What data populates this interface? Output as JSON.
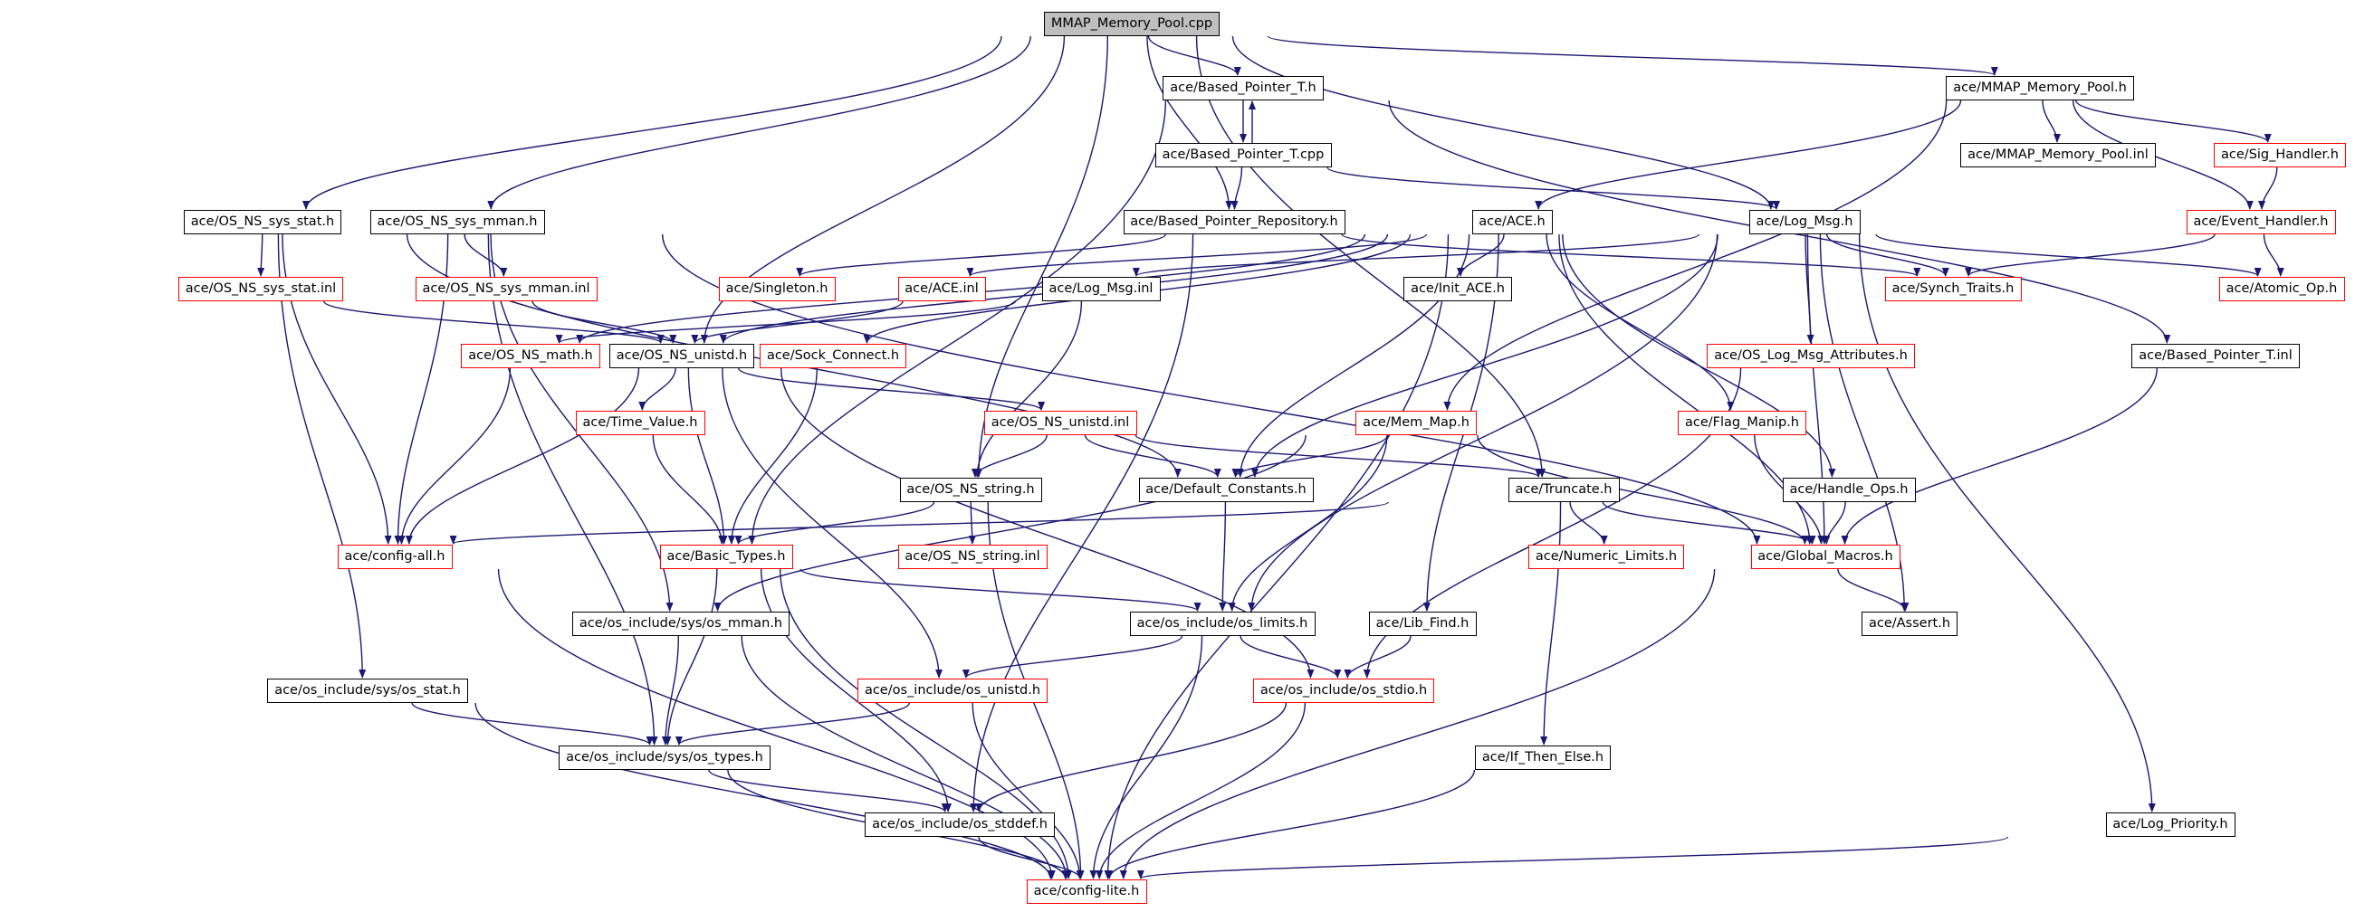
{
  "diagram": {
    "colors": {
      "edge": "#191970",
      "node_border": "#000000",
      "undocumented_border": "#ff0000",
      "root_fill": "#bfbfbf"
    },
    "nodes": [
      {
        "id": "mmap_cpp",
        "label": "MMAP_Memory_Pool.cpp",
        "style": "root"
      },
      {
        "id": "based_ptr_h",
        "label": "ace/Based_Pointer_T.h",
        "style": "normal"
      },
      {
        "id": "mmap_h",
        "label": "ace/MMAP_Memory_Pool.h",
        "style": "normal"
      },
      {
        "id": "based_ptr_cpp",
        "label": "ace/Based_Pointer_T.cpp",
        "style": "normal"
      },
      {
        "id": "mmap_inl",
        "label": "ace/MMAP_Memory_Pool.inl",
        "style": "normal"
      },
      {
        "id": "sig_handler",
        "label": "ace/Sig_Handler.h",
        "style": "red"
      },
      {
        "id": "os_sys_stat_h",
        "label": "ace/OS_NS_sys_stat.h",
        "style": "normal"
      },
      {
        "id": "os_sys_mman_h",
        "label": "ace/OS_NS_sys_mman.h",
        "style": "normal"
      },
      {
        "id": "based_repo",
        "label": "ace/Based_Pointer_Repository.h",
        "style": "normal"
      },
      {
        "id": "ace_h",
        "label": "ace/ACE.h",
        "style": "normal"
      },
      {
        "id": "log_msg_h",
        "label": "ace/Log_Msg.h",
        "style": "normal"
      },
      {
        "id": "event_handler",
        "label": "ace/Event_Handler.h",
        "style": "red"
      },
      {
        "id": "os_sys_stat_inl",
        "label": "ace/OS_NS_sys_stat.inl",
        "style": "red"
      },
      {
        "id": "os_sys_mman_inl",
        "label": "ace/OS_NS_sys_mman.inl",
        "style": "red"
      },
      {
        "id": "singleton",
        "label": "ace/Singleton.h",
        "style": "red"
      },
      {
        "id": "ace_inl",
        "label": "ace/ACE.inl",
        "style": "red"
      },
      {
        "id": "log_msg_inl",
        "label": "ace/Log_Msg.inl",
        "style": "normal"
      },
      {
        "id": "init_ace",
        "label": "ace/Init_ACE.h",
        "style": "normal"
      },
      {
        "id": "synch_traits",
        "label": "ace/Synch_Traits.h",
        "style": "red"
      },
      {
        "id": "atomic_op",
        "label": "ace/Atomic_Op.h",
        "style": "red"
      },
      {
        "id": "os_math",
        "label": "ace/OS_NS_math.h",
        "style": "red"
      },
      {
        "id": "os_unistd_h",
        "label": "ace/OS_NS_unistd.h",
        "style": "normal"
      },
      {
        "id": "sock_connect",
        "label": "ace/Sock_Connect.h",
        "style": "red"
      },
      {
        "id": "os_log_msg_attr",
        "label": "ace/OS_Log_Msg_Attributes.h",
        "style": "red"
      },
      {
        "id": "based_ptr_inl",
        "label": "ace/Based_Pointer_T.inl",
        "style": "normal"
      },
      {
        "id": "time_value",
        "label": "ace/Time_Value.h",
        "style": "red"
      },
      {
        "id": "os_unistd_inl",
        "label": "ace/OS_NS_unistd.inl",
        "style": "red"
      },
      {
        "id": "mem_map",
        "label": "ace/Mem_Map.h",
        "style": "red"
      },
      {
        "id": "flag_manip",
        "label": "ace/Flag_Manip.h",
        "style": "red"
      },
      {
        "id": "os_string_h",
        "label": "ace/OS_NS_string.h",
        "style": "normal"
      },
      {
        "id": "default_constants",
        "label": "ace/Default_Constants.h",
        "style": "normal"
      },
      {
        "id": "truncate",
        "label": "ace/Truncate.h",
        "style": "normal"
      },
      {
        "id": "handle_ops",
        "label": "ace/Handle_Ops.h",
        "style": "normal"
      },
      {
        "id": "config_all",
        "label": "ace/config-all.h",
        "style": "red"
      },
      {
        "id": "basic_types",
        "label": "ace/Basic_Types.h",
        "style": "red"
      },
      {
        "id": "os_string_inl",
        "label": "ace/OS_NS_string.inl",
        "style": "red"
      },
      {
        "id": "numeric_limits",
        "label": "ace/Numeric_Limits.h",
        "style": "red"
      },
      {
        "id": "global_macros",
        "label": "ace/Global_Macros.h",
        "style": "red"
      },
      {
        "id": "os_sys_mman_inc",
        "label": "ace/os_include/sys/os_mman.h",
        "style": "normal"
      },
      {
        "id": "os_limits",
        "label": "ace/os_include/os_limits.h",
        "style": "normal"
      },
      {
        "id": "lib_find",
        "label": "ace/Lib_Find.h",
        "style": "normal"
      },
      {
        "id": "assert_h",
        "label": "ace/Assert.h",
        "style": "normal"
      },
      {
        "id": "os_sys_stat_inc",
        "label": "ace/os_include/sys/os_stat.h",
        "style": "normal"
      },
      {
        "id": "os_unistd_inc",
        "label": "ace/os_include/os_unistd.h",
        "style": "red"
      },
      {
        "id": "os_stdio",
        "label": "ace/os_include/os_stdio.h",
        "style": "red"
      },
      {
        "id": "os_types",
        "label": "ace/os_include/sys/os_types.h",
        "style": "normal"
      },
      {
        "id": "if_then_else",
        "label": "ace/If_Then_Else.h",
        "style": "normal"
      },
      {
        "id": "os_stddef",
        "label": "ace/os_include/os_stddef.h",
        "style": "normal"
      },
      {
        "id": "log_priority",
        "label": "ace/Log_Priority.h",
        "style": "normal"
      },
      {
        "id": "config_lite",
        "label": "ace/config-lite.h",
        "style": "red"
      }
    ],
    "edges": [
      [
        "mmap_cpp",
        "based_ptr_h"
      ],
      [
        "mmap_cpp",
        "mmap_h"
      ],
      [
        "mmap_cpp",
        "os_sys_stat_h"
      ],
      [
        "mmap_cpp",
        "os_sys_mman_h"
      ],
      [
        "mmap_cpp",
        "based_repo"
      ],
      [
        "mmap_cpp",
        "log_msg_h"
      ],
      [
        "mmap_cpp",
        "os_unistd_h"
      ],
      [
        "mmap_cpp",
        "os_string_h"
      ],
      [
        "mmap_cpp",
        "truncate"
      ],
      [
        "based_ptr_h",
        "based_ptr_cpp"
      ],
      [
        "based_ptr_cpp",
        "based_ptr_h"
      ],
      [
        "based_ptr_h",
        "basic_types"
      ],
      [
        "based_ptr_h",
        "based_ptr_inl"
      ],
      [
        "based_ptr_cpp",
        "based_repo"
      ],
      [
        "based_ptr_cpp",
        "log_msg_h"
      ],
      [
        "mmap_h",
        "mmap_inl"
      ],
      [
        "mmap_h",
        "sig_handler"
      ],
      [
        "mmap_h",
        "event_handler"
      ],
      [
        "mmap_h",
        "ace_h"
      ],
      [
        "mmap_h",
        "mem_map"
      ],
      [
        "sig_handler",
        "event_handler"
      ],
      [
        "event_handler",
        "atomic_op"
      ],
      [
        "event_handler",
        "synch_traits"
      ],
      [
        "os_sys_stat_h",
        "os_sys_stat_inl"
      ],
      [
        "os_sys_stat_h",
        "os_sys_stat_inc"
      ],
      [
        "os_sys_stat_h",
        "config_all"
      ],
      [
        "os_sys_stat_h",
        "default_constants"
      ],
      [
        "os_sys_mman_h",
        "os_sys_mman_inl"
      ],
      [
        "os_sys_mman_h",
        "config_all"
      ],
      [
        "os_sys_mman_h",
        "os_sys_mman_inc"
      ],
      [
        "os_sys_mman_h",
        "os_types"
      ],
      [
        "os_sys_mman_h",
        "global_macros"
      ],
      [
        "os_sys_stat_inl",
        "os_unistd_h"
      ],
      [
        "os_sys_mman_inl",
        "os_unistd_h"
      ],
      [
        "based_repo",
        "singleton"
      ],
      [
        "based_repo",
        "synch_traits"
      ],
      [
        "based_repo",
        "os_stddef"
      ],
      [
        "ace_h",
        "ace_inl"
      ],
      [
        "ace_h",
        "init_ace"
      ],
      [
        "ace_h",
        "os_math"
      ],
      [
        "ace_h",
        "sock_connect"
      ],
      [
        "ace_h",
        "default_constants"
      ],
      [
        "ace_h",
        "flag_manip"
      ],
      [
        "ace_h",
        "handle_ops"
      ],
      [
        "ace_h",
        "lib_find"
      ],
      [
        "ace_h",
        "config_lite"
      ],
      [
        "ace_h",
        "os_unistd_h"
      ],
      [
        "ace_h",
        "global_macros"
      ],
      [
        "log_msg_h",
        "log_msg_inl"
      ],
      [
        "log_msg_h",
        "synch_traits"
      ],
      [
        "log_msg_h",
        "atomic_op"
      ],
      [
        "log_msg_h",
        "os_log_msg_attr"
      ],
      [
        "log_msg_h",
        "default_constants"
      ],
      [
        "log_msg_h",
        "global_macros"
      ],
      [
        "log_msg_h",
        "assert_h"
      ],
      [
        "log_msg_h",
        "log_priority"
      ],
      [
        "log_msg_h",
        "os_limits"
      ],
      [
        "ace_inl",
        "os_unistd_h"
      ],
      [
        "log_msg_inl",
        "os_math"
      ],
      [
        "log_msg_inl",
        "os_string_h"
      ],
      [
        "os_unistd_h",
        "time_value"
      ],
      [
        "os_unistd_h",
        "os_unistd_inl"
      ],
      [
        "os_unistd_h",
        "basic_types"
      ],
      [
        "os_unistd_h",
        "config_all"
      ],
      [
        "os_unistd_h",
        "os_unistd_inc"
      ],
      [
        "os_unistd_h",
        "os_stdio"
      ],
      [
        "os_math",
        "config_all"
      ],
      [
        "sock_connect",
        "basic_types"
      ],
      [
        "time_value",
        "basic_types"
      ],
      [
        "os_unistd_inl",
        "default_constants"
      ],
      [
        "os_unistd_inl",
        "truncate"
      ],
      [
        "os_unistd_inl",
        "os_string_h"
      ],
      [
        "mem_map",
        "default_constants"
      ],
      [
        "mem_map",
        "global_macros"
      ],
      [
        "mem_map",
        "os_limits"
      ],
      [
        "mem_map",
        "os_sys_mman_inc"
      ],
      [
        "flag_manip",
        "global_macros"
      ],
      [
        "handle_ops",
        "global_macros"
      ],
      [
        "based_ptr_inl",
        "global_macros"
      ],
      [
        "os_log_msg_attr",
        "os_stdio"
      ],
      [
        "os_string_h",
        "basic_types"
      ],
      [
        "os_string_h",
        "os_string_inl"
      ],
      [
        "os_string_h",
        "config_lite"
      ],
      [
        "default_constants",
        "os_limits"
      ],
      [
        "truncate",
        "numeric_limits"
      ],
      [
        "truncate",
        "global_macros"
      ],
      [
        "truncate",
        "if_then_else"
      ],
      [
        "truncate",
        "config_all"
      ],
      [
        "global_macros",
        "assert_h"
      ],
      [
        "global_macros",
        "config_lite"
      ],
      [
        "basic_types",
        "os_limits"
      ],
      [
        "basic_types",
        "os_types"
      ],
      [
        "basic_types",
        "os_stddef"
      ],
      [
        "basic_types",
        "config_lite"
      ],
      [
        "config_all",
        "config_lite"
      ],
      [
        "os_sys_mman_inc",
        "os_types"
      ],
      [
        "os_sys_mman_inc",
        "config_lite"
      ],
      [
        "os_limits",
        "os_unistd_inc"
      ],
      [
        "os_limits",
        "os_stdio"
      ],
      [
        "os_limits",
        "config_lite"
      ],
      [
        "lib_find",
        "os_stdio"
      ],
      [
        "os_sys_stat_inc",
        "os_types"
      ],
      [
        "os_sys_stat_inc",
        "config_lite"
      ],
      [
        "os_unistd_inc",
        "os_types"
      ],
      [
        "os_unistd_inc",
        "config_lite"
      ],
      [
        "os_stdio",
        "os_stddef"
      ],
      [
        "os_stdio",
        "config_lite"
      ],
      [
        "os_types",
        "os_stddef"
      ],
      [
        "os_types",
        "config_lite"
      ],
      [
        "if_then_else",
        "config_lite"
      ],
      [
        "os_stddef",
        "config_lite"
      ],
      [
        "log_priority",
        "config_lite"
      ]
    ]
  }
}
